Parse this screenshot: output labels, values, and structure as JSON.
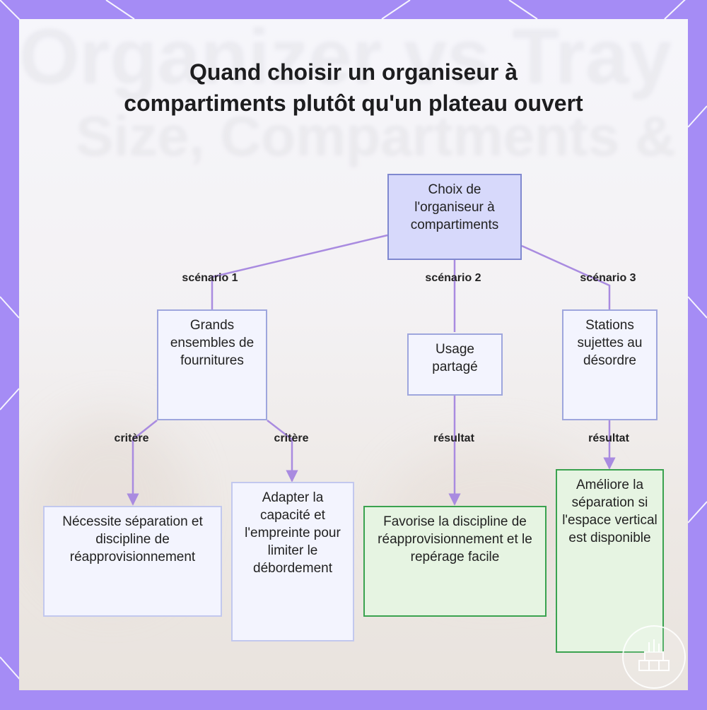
{
  "title": "Quand choisir un organiseur à compartiments plutôt qu'un plateau ouvert",
  "background_text": [
    "Organizer vs Tray",
    "Size, Compartments & Daily A"
  ],
  "colors": {
    "frame": "#a58cf5",
    "root_fill": "#d7d9fb",
    "root_border": "#7f88cf",
    "node_fill": "#f3f4fe",
    "result_fill": "#e6f4e2",
    "result_border": "#3aa24f",
    "edge": "#a98be0"
  },
  "nodes": {
    "root": "Choix de l'organiseur à compartiments",
    "s1": "Grands ensembles de fournitures",
    "s2": "Usage partagé",
    "s3": "Stations sujettes au désordre",
    "c1": "Nécessite séparation et discipline de réapprovisionnement",
    "c2": "Adapter la capacité et l'empreinte pour limiter le débordement",
    "r2": "Favorise la discipline de réapprovisionnement et le repérage facile",
    "r3": "Améliore la séparation si l'espace vertical est disponible"
  },
  "edge_labels": {
    "scenario1": "scénario 1",
    "scenario2": "scénario 2",
    "scenario3": "scénario 3",
    "critere1": "critère",
    "critere2": "critère",
    "resultat2": "résultat",
    "resultat3": "résultat"
  },
  "logo_icon": "stacked-boxes-icon"
}
